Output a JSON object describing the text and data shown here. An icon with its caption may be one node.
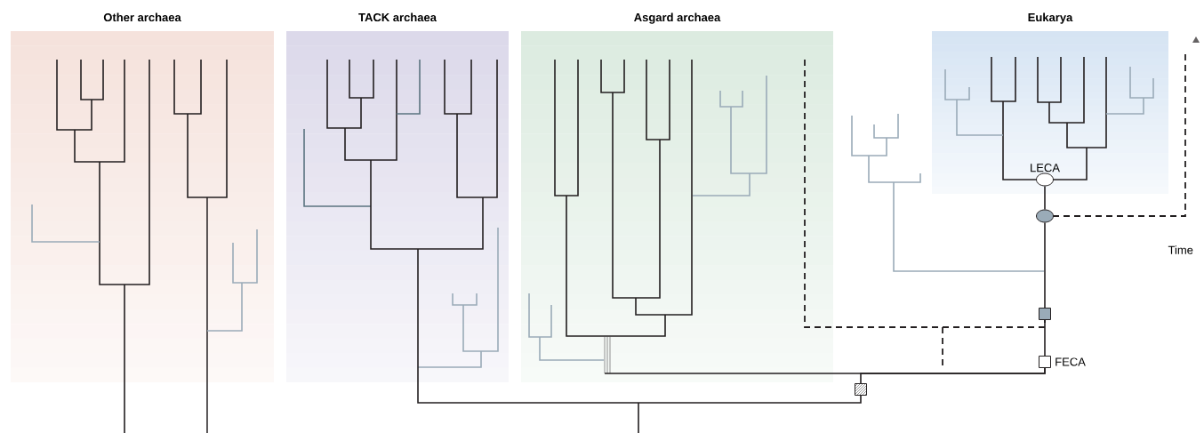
{
  "diagram": {
    "nodes": [
      {
        "text": [
          "Other archaea"
        ]
      },
      {
        "text": [
          "TACK archaea"
        ]
      },
      {
        "text": [
          "Asgard archaea"
        ]
      },
      {
        "text": [
          "Eukarya"
        ]
      },
      {
        "text": [
          "LECA"
        ],
        "in": 3
      },
      {
        "text": [],
        "shape": "circle"
      },
      {
        "text": [],
        "shape": "box"
      },
      {
        "text": [
          "FECA"
        ]
      },
      {
        "text": [],
        "shape": "box"
      }
    ],
    "edges": [
      {
        "from": 4,
        "to": 5,
        "arrow": "none"
      },
      {
        "from": 5,
        "to": 6,
        "arrow": "none"
      },
      {
        "from": 6,
        "to": 7,
        "arrow": "none"
      },
      {
        "from": 8,
        "to": 7,
        "arrow": "none"
      },
      {
        "from": 1,
        "to": 8,
        "arrow": "none"
      },
      {
        "from": 2,
        "to": 7,
        "arrow": "none"
      },
      {
        "from": 2,
        "to": 6,
        "arrow": "none",
        "style": "dashed"
      }
    ],
    "labels": [
      "Time"
    ]
  }
}
